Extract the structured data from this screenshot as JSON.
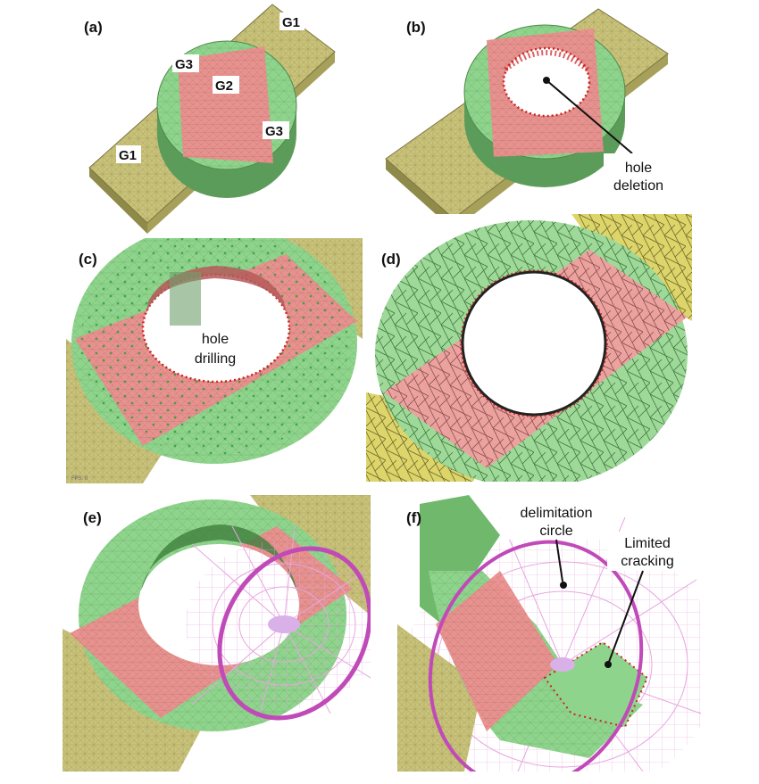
{
  "panels": {
    "a": {
      "label": "(a)",
      "regions": {
        "g1_top": "G1",
        "g1_bottom": "G1",
        "g2": "G2",
        "g3_left": "G3",
        "g3_right": "G3"
      }
    },
    "b": {
      "label": "(b)",
      "annotation_line1": "hole",
      "annotation_line2": "deletion"
    },
    "c": {
      "label": "(c)",
      "annotation_line1": "hole",
      "annotation_line2": "drilling",
      "corner_text": "FPS: 0"
    },
    "d": {
      "label": "(d)"
    },
    "e": {
      "label": "(e)"
    },
    "f": {
      "label": "(f)",
      "annotation1_line1": "delimitation",
      "annotation1_line2": "circle",
      "annotation2_line1": "Limited",
      "annotation2_line2": "cracking"
    }
  },
  "colors": {
    "olive": "#c9c27a",
    "olive_dark": "#8f8a4a",
    "green": "#8fd48c",
    "green_dark": "#5c9c5a",
    "pink": "#ec8f8f",
    "pink_dark": "#b86a6a",
    "magenta": "#c04ab8",
    "dot_red": "#cc2222",
    "dot_green": "#2f9a3a"
  }
}
